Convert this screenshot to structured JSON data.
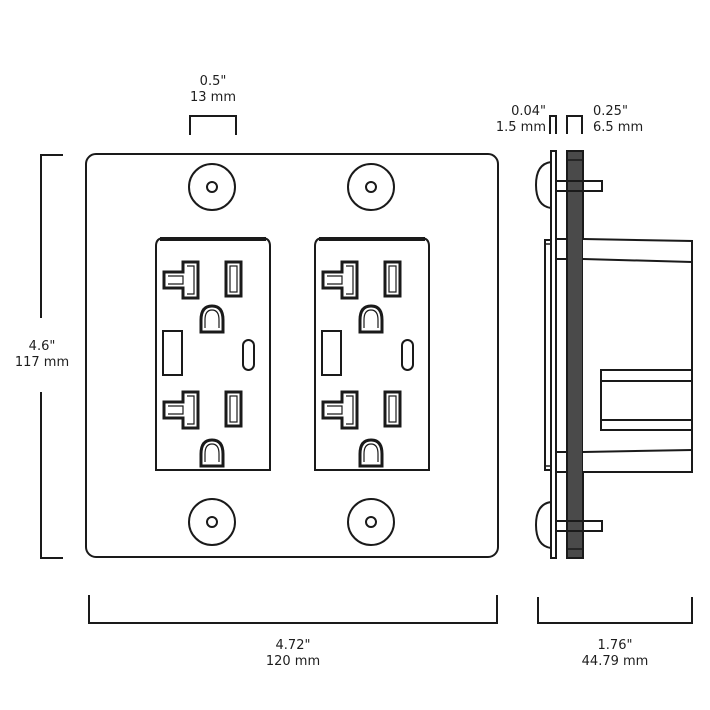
{
  "diagram": {
    "subject": "Double-gang duplex receptacle wall plate dimensions",
    "colors": {
      "line": "#1a1a1a",
      "plate_fill": "#ffffff",
      "mounting_strap": "#4a4a4a"
    },
    "views": {
      "front": {
        "receptacle_count": 2,
        "outlets_per_receptacle": 2,
        "screw_count": 4
      },
      "side": {}
    },
    "dimensions": {
      "width": {
        "in": "4.72\"",
        "mm": "120 mm"
      },
      "height": {
        "in": "4.6\"",
        "mm": "117 mm"
      },
      "screw_gap": {
        "in": "0.5\"",
        "mm": "13 mm"
      },
      "plate_thickness": {
        "in": "0.04\"",
        "mm": "1.5 mm"
      },
      "strap_thickness": {
        "in": "0.25\"",
        "mm": "6.5 mm"
      },
      "depth": {
        "in": "1.76\"",
        "mm": "44.79 mm"
      }
    }
  }
}
